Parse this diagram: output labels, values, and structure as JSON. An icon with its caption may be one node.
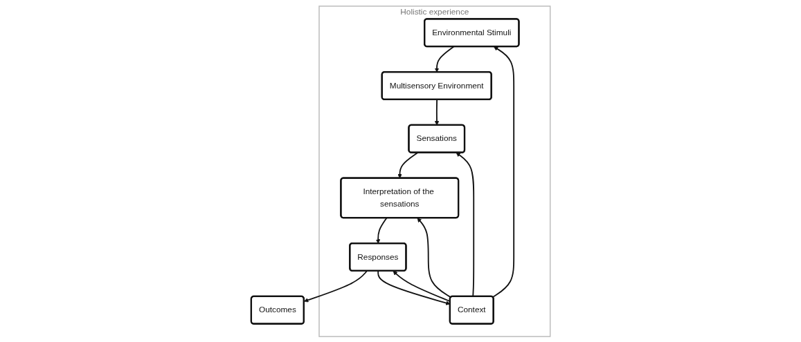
{
  "diagram": {
    "nodes": [
      {
        "text": [
          "Holistic experience"
        ]
      },
      {
        "text": [
          "Environmental Stimuli"
        ],
        "in": 0
      },
      {
        "text": [
          "Context"
        ],
        "in": 0
      },
      {
        "text": [
          "Multisensory Environment"
        ],
        "in": 0
      },
      {
        "text": [
          "Sensations"
        ],
        "in": 0
      },
      {
        "text": [
          "Interpretation of the sensations"
        ],
        "in": 0
      },
      {
        "text": [
          "Responses"
        ],
        "in": 0
      },
      {
        "text": [
          "Outcomes"
        ]
      }
    ],
    "edges": [
      {
        "from": 2,
        "to": 1,
        "arrow": "to"
      },
      {
        "from": 1,
        "to": 3,
        "arrow": "to"
      },
      {
        "from": 2,
        "to": 4,
        "arrow": "to"
      },
      {
        "from": 2,
        "to": 5,
        "arrow": "to"
      },
      {
        "from": 2,
        "to": 6,
        "arrow": "to"
      },
      {
        "from": 3,
        "to": 4,
        "arrow": "to"
      },
      {
        "from": 4,
        "to": 5,
        "arrow": "to"
      },
      {
        "from": 5,
        "to": 6,
        "arrow": "to"
      },
      {
        "from": 6,
        "to": 7,
        "arrow": "to"
      },
      {
        "from": 6,
        "to": 2,
        "arrow": "to"
      }
    ]
  }
}
